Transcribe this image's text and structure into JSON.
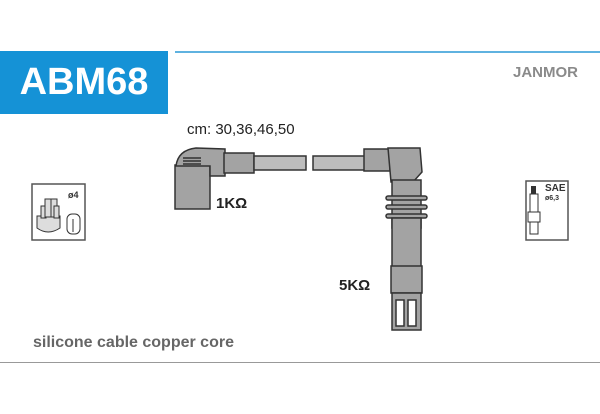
{
  "product_code": "ABM68",
  "brand": "JANMOR",
  "cable_lengths": "cm: 30,36,46,50",
  "resistor_left": "1KΩ",
  "resistor_right": "5KΩ",
  "distributor_icon": {
    "diameter_label": "ø4"
  },
  "spark_plug_icon": {
    "standard_label": "SAE",
    "diameter_label": "ø6,3"
  },
  "footer": "silicone cable copper core",
  "colors": {
    "accent": "#1592d6",
    "part_fill": "#a3a3a3",
    "outline": "#333333"
  }
}
